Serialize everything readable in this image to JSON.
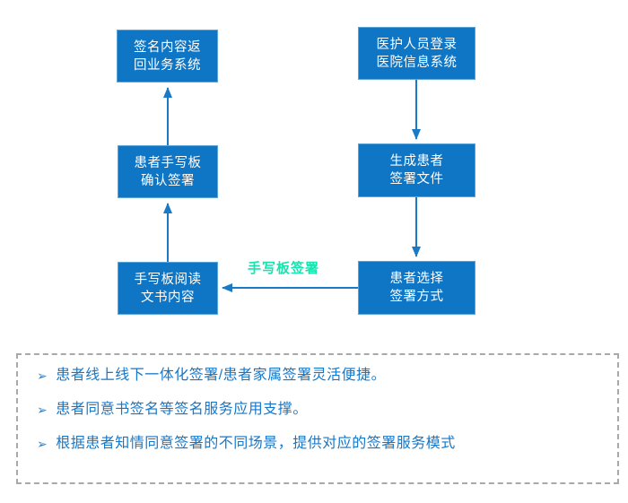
{
  "colors": {
    "box_fill": "#0f76c6",
    "box_border": "#57a5da",
    "arrow": "#1b7ac6",
    "edge_label_accent": "#17e3ae",
    "note_text": "#1577c9",
    "panel_border": "#a9a9a9"
  },
  "flowchart": {
    "nodes": [
      {
        "id": "sign-content-return",
        "lines": [
          "签名内容返",
          "回业务系统"
        ]
      },
      {
        "id": "staff-login",
        "lines": [
          "医护人员登录",
          "医院信息系统"
        ]
      },
      {
        "id": "tablet-confirm-sign",
        "lines": [
          "患者手写板",
          "确认签署"
        ]
      },
      {
        "id": "generate-sign-file",
        "lines": [
          "生成患者",
          "签署文件"
        ]
      },
      {
        "id": "tablet-read-doc",
        "lines": [
          "手写板阅读",
          "文书内容"
        ]
      },
      {
        "id": "choose-sign-method",
        "lines": [
          "患者选择",
          "签署方式"
        ]
      }
    ],
    "edge_label": "手写板签署"
  },
  "notes": {
    "bullet_glyph": "➢",
    "items": [
      "患者线上线下一体化签署/患者家属签署灵活便捷。",
      "患者同意书签名等签名服务应用支撑。",
      "根据患者知情同意签署的不同场景，提供对应的签署服务模式"
    ]
  }
}
